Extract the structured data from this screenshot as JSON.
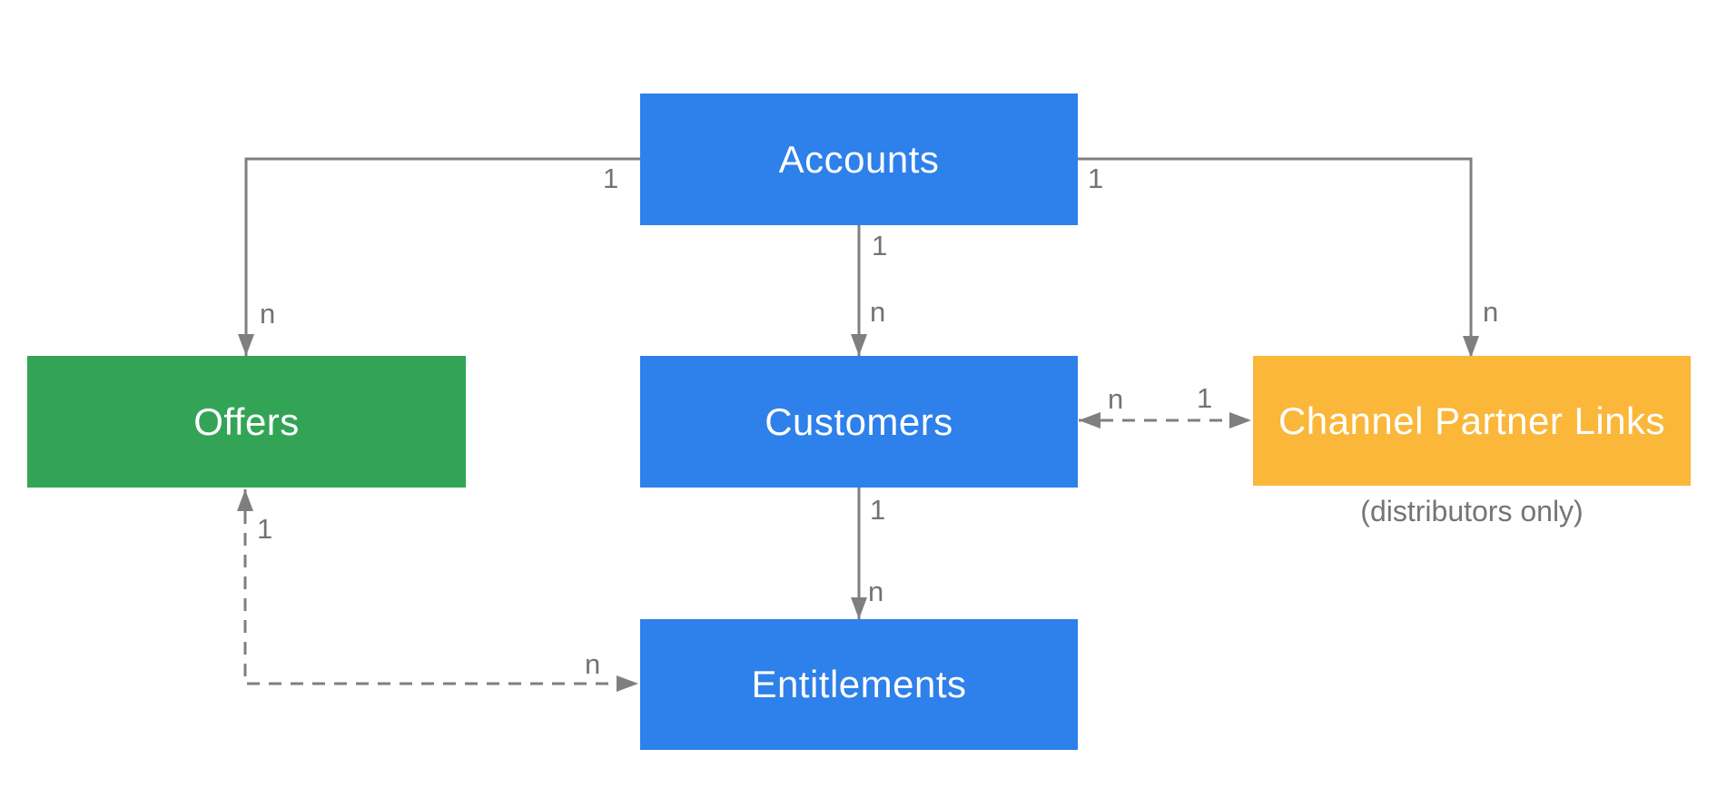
{
  "diagram": {
    "background": "#FFFFFF",
    "entities": [
      {
        "id": "accounts",
        "label": "Accounts",
        "color": "#2E80EA",
        "text_color": "#FFFFFF"
      },
      {
        "id": "offers",
        "label": "Offers",
        "color": "#33A456",
        "text_color": "#FFFFFF"
      },
      {
        "id": "customers",
        "label": "Customers",
        "color": "#2E80EA",
        "text_color": "#FFFFFF"
      },
      {
        "id": "channel-partner-links",
        "label": "Channel Partner Links",
        "color": "#FAB73A",
        "text_color": "#FFFFFF",
        "note": "(distributors only)"
      },
      {
        "id": "entitlements",
        "label": "Entitlements",
        "color": "#2E80EA",
        "text_color": "#FFFFFF"
      }
    ],
    "relationships": [
      {
        "from": "Accounts",
        "to": "Offers",
        "from_card": "1",
        "to_card": "n",
        "line": "solid",
        "bidirectional": false
      },
      {
        "from": "Accounts",
        "to": "Customers",
        "from_card": "1",
        "to_card": "n",
        "line": "solid",
        "bidirectional": false
      },
      {
        "from": "Accounts",
        "to": "Channel Partner Links",
        "from_card": "1",
        "to_card": "n",
        "line": "solid",
        "bidirectional": false
      },
      {
        "from": "Customers",
        "to": "Channel Partner Links",
        "from_card": "n",
        "to_card": "1",
        "line": "dashed",
        "bidirectional": true
      },
      {
        "from": "Customers",
        "to": "Entitlements",
        "from_card": "1",
        "to_card": "n",
        "line": "solid",
        "bidirectional": false
      },
      {
        "from": "Offers",
        "to": "Entitlements",
        "from_card": "1",
        "to_card": "n",
        "line": "dashed",
        "bidirectional": false
      }
    ],
    "colors": {
      "connector": "#7F7F7F",
      "cardinality_text": "#737373",
      "note_text": "#757575"
    }
  }
}
